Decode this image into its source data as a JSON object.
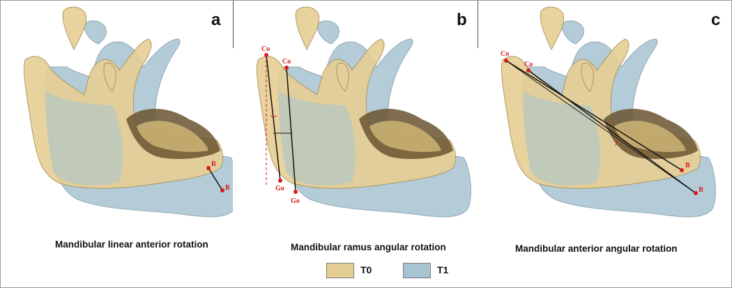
{
  "colors": {
    "t0": "#e6cf94",
    "t1": "#a8c4d2",
    "accent": "#d81b1b",
    "line": "#111111"
  },
  "panels": [
    {
      "letter": "a",
      "caption": "Mandibular linear anterior rotation",
      "points": {
        "b1": "B",
        "b2": "B"
      }
    },
    {
      "letter": "b",
      "caption": "Mandibular ramus angular rotation",
      "points": {
        "co1": "Co",
        "co2": "Co",
        "go1": "Go",
        "go2": "Go"
      }
    },
    {
      "letter": "c",
      "caption": "Mandibular anterior angular rotation",
      "points": {
        "co1": "Co",
        "co2": "Co",
        "b1": "B",
        "b2": "B"
      }
    }
  ],
  "legend": [
    {
      "label": "T0",
      "color": "#e6cf94"
    },
    {
      "label": "T1",
      "color": "#a8c4d2"
    }
  ]
}
